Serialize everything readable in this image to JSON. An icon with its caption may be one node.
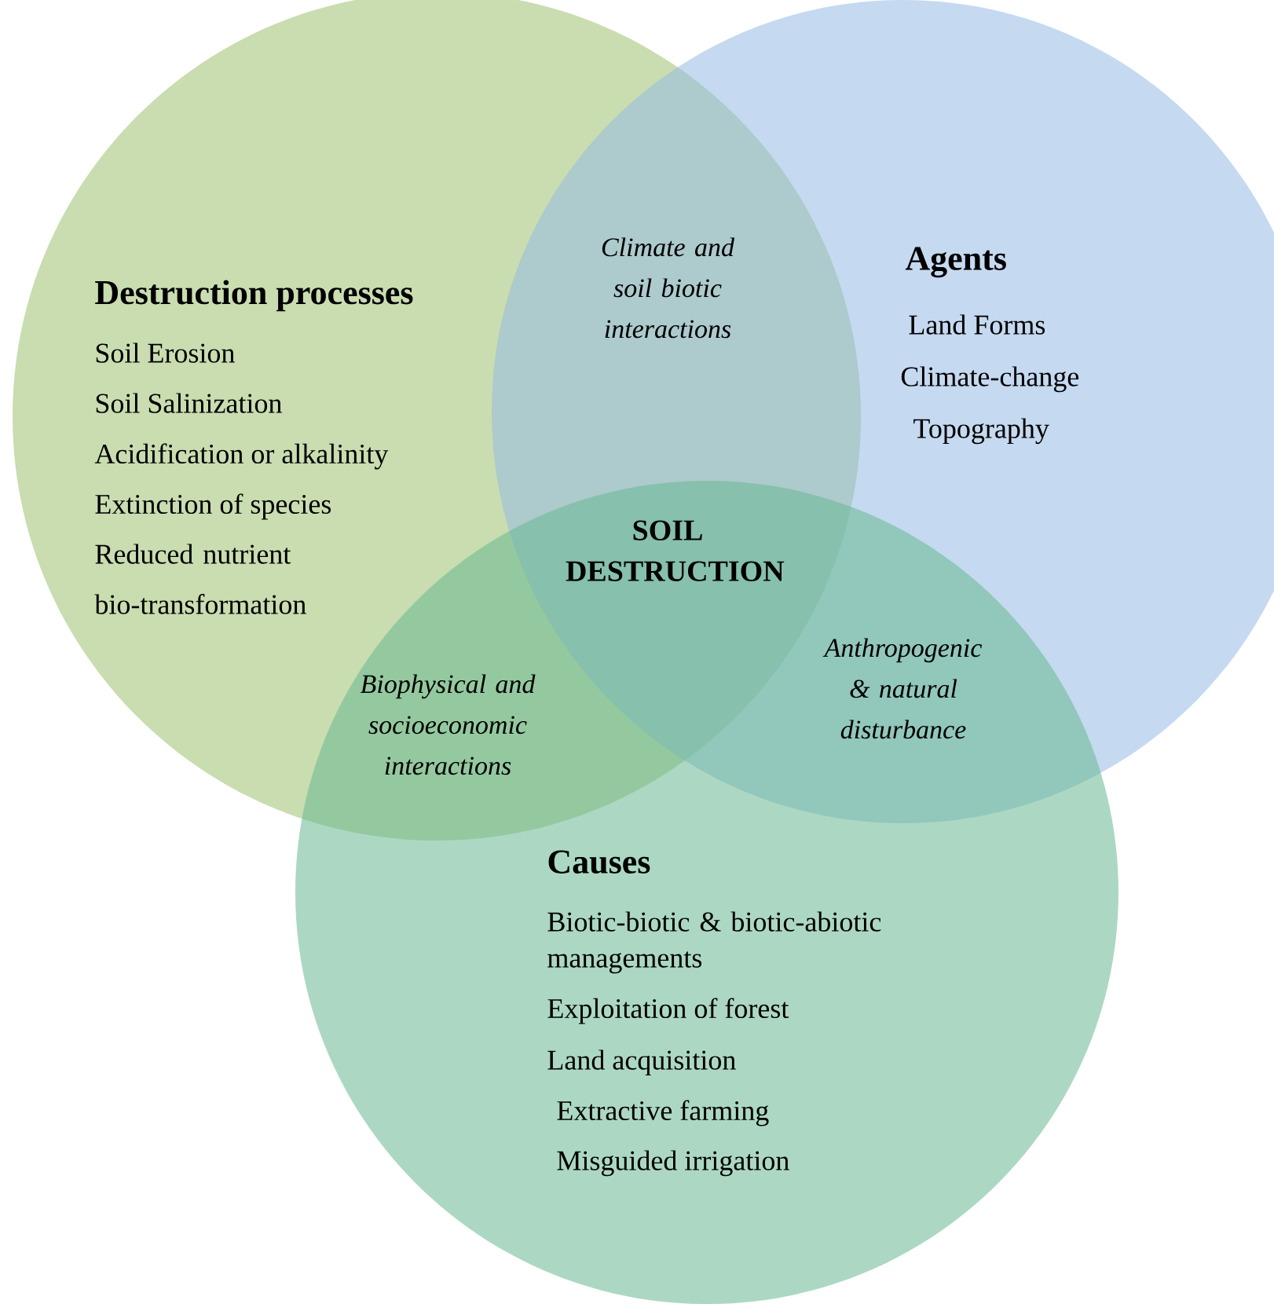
{
  "diagram": {
    "nodes": [
      {
        "text": [
          "Destruction processes",
          "Soil Erosion",
          "Soil Salinization",
          "Acidification or alkalinity",
          "Extinction of species",
          "Reduced nutrient bio-transformation"
        ]
      },
      {
        "text": [
          "Agents",
          "Land Forms",
          "Climate-change",
          "Topography"
        ]
      },
      {
        "text": [
          "Causes",
          "Biotic-biotic & biotic-abiotic managements",
          "Exploitation of forest",
          "Land acquisition",
          "Extractive farming",
          "Misguided irrigation"
        ]
      }
    ],
    "labels": [
      "Climate and soil biotic interactions",
      "SOIL DESTRUCTION",
      "Biophysical and socioeconomic interactions",
      "Anthropogenic & natural disturbance"
    ]
  }
}
